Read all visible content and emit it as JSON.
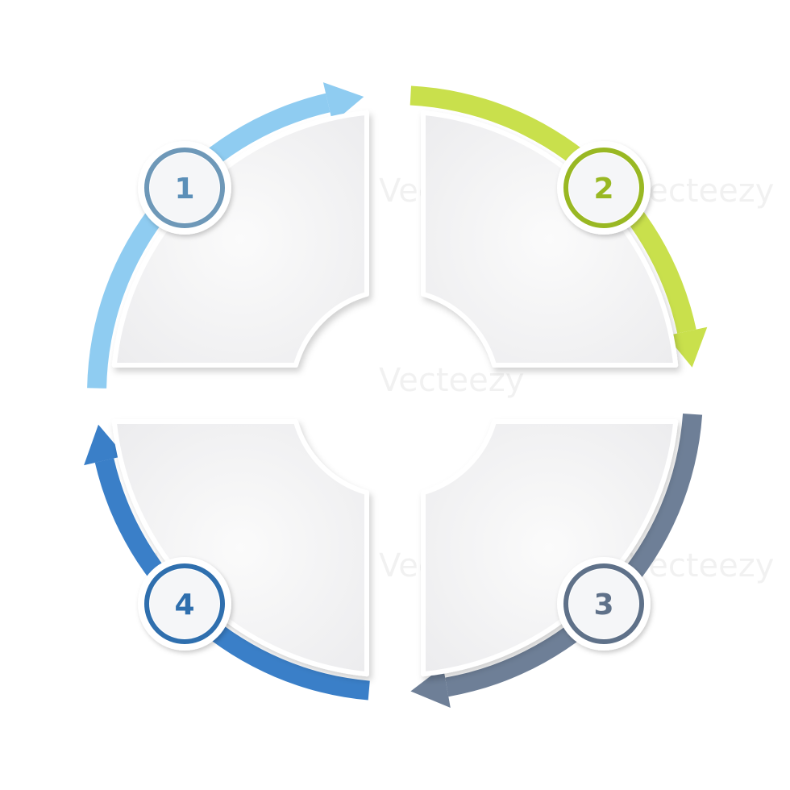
{
  "steps": [
    {
      "number": "1",
      "color": "#8fccf1",
      "ring_color": "#6e98b8",
      "text_color": "#5b8fb8"
    },
    {
      "number": "2",
      "color": "#c9e04c",
      "ring_color": "#99b823",
      "text_color": "#99b823"
    },
    {
      "number": "3",
      "color": "#6e7f97",
      "ring_color": "#5f7189",
      "text_color": "#5f7189"
    },
    {
      "number": "4",
      "color": "#3a7fc8",
      "ring_color": "#2f6fae",
      "text_color": "#2f6fae"
    }
  ],
  "panel_color": "#f3f3f4",
  "watermark": "Vecteezy"
}
